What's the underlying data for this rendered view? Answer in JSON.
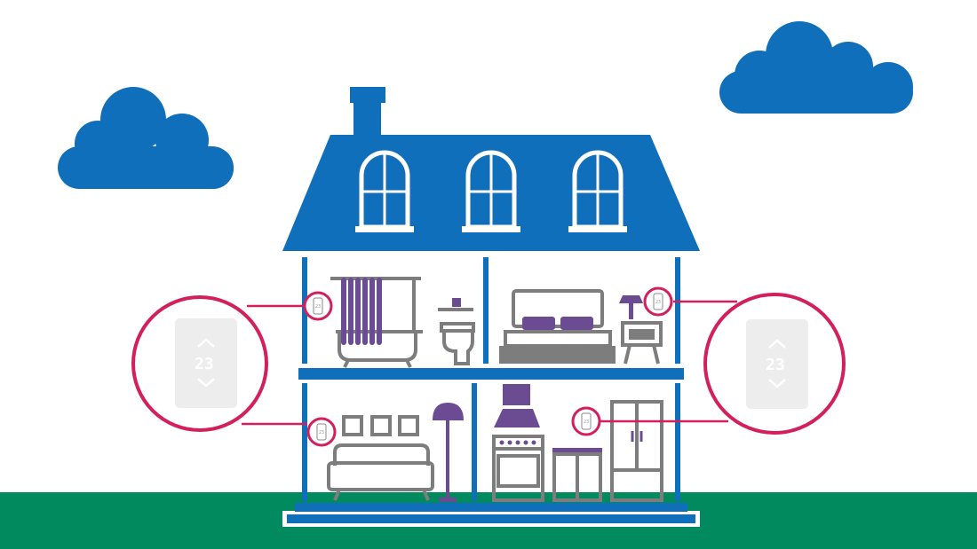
{
  "scene": {
    "thermostat_display": "23",
    "colors": {
      "sky": "#ffffff",
      "ground": "#008a5e",
      "house_blue": "#0f6fba",
      "callout": "#d31f5b",
      "furniture_gray": "#7d7d7d",
      "accent_purple": "#6b4c93",
      "thermostat": "#ececec"
    },
    "rooms": [
      "bathroom",
      "bedroom",
      "living-room",
      "kitchen"
    ]
  }
}
